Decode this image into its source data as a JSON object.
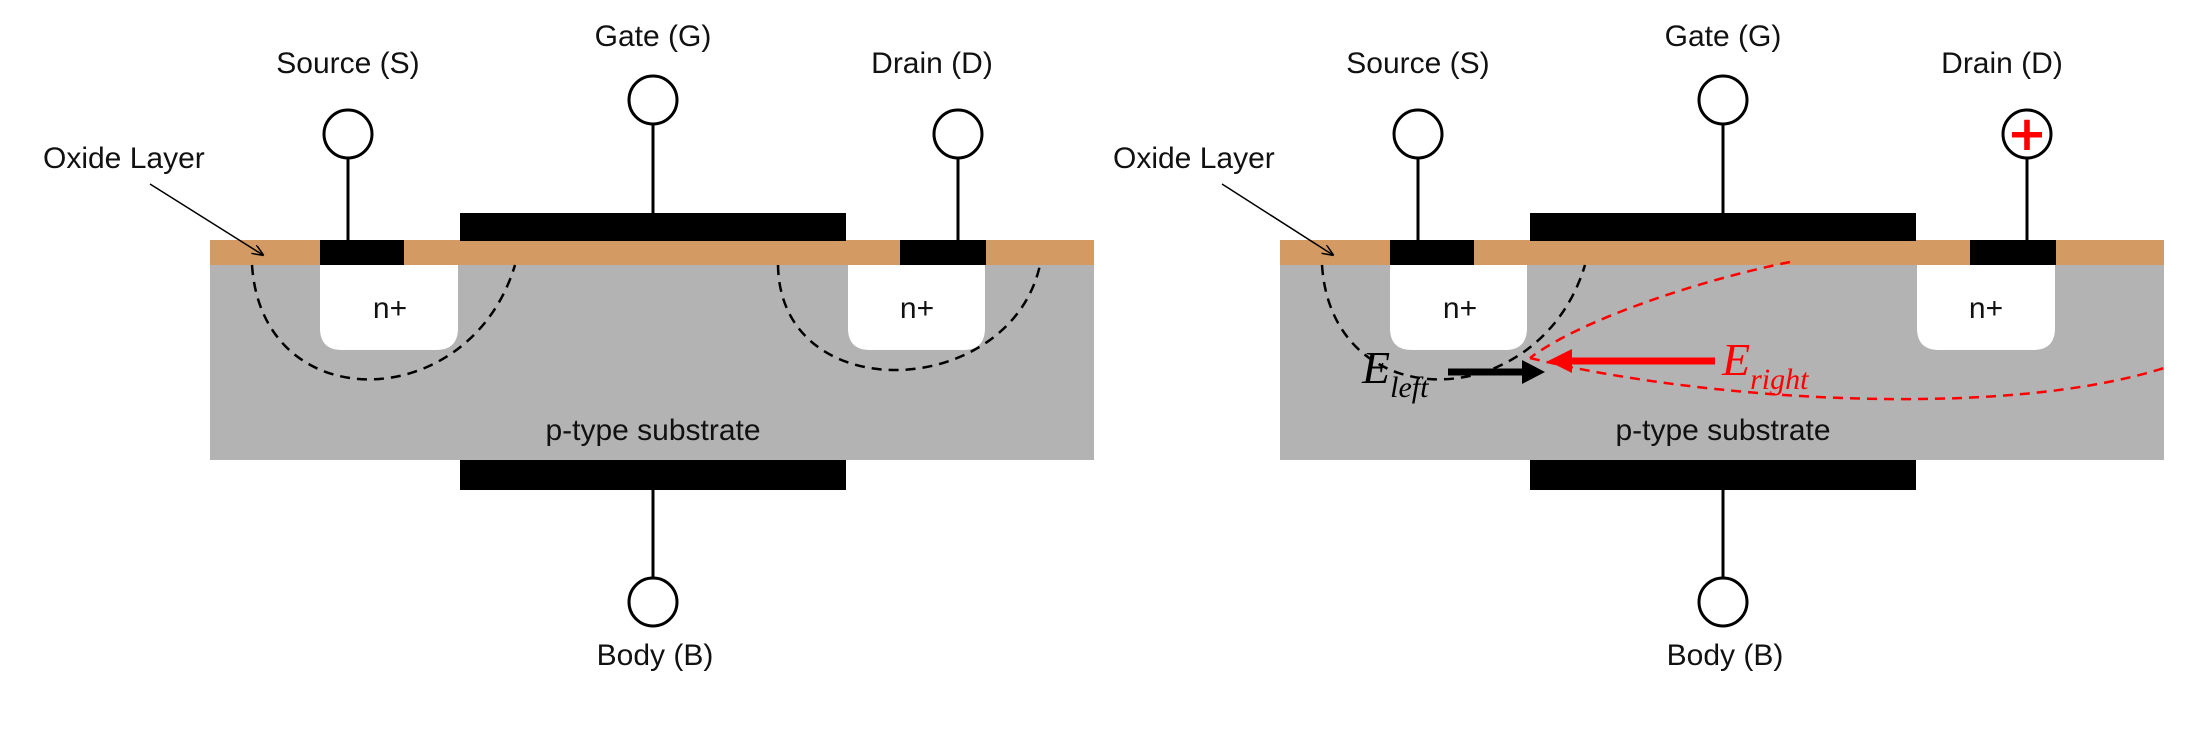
{
  "colors": {
    "oxide": "#d39a64",
    "substrate": "#b3b3b3",
    "metal": "#000000",
    "field_left": "#000000",
    "field_right": "#ff0000"
  },
  "panels": [
    {
      "gate_label": "Gate (G)",
      "source_label": "Source (S)",
      "drain_label": "Drain (D)",
      "oxide_label": "Oxide Layer",
      "n_source_label": "n+",
      "n_drain_label": "n+",
      "substrate_label": "p-type substrate",
      "body_label": "Body (B)"
    },
    {
      "gate_label": "Gate (G)",
      "source_label": "Source (S)",
      "drain_label": "Drain (D)",
      "drain_symbol": "+",
      "oxide_label": "Oxide Layer",
      "n_source_label": "n+",
      "n_drain_label": "n+",
      "substrate_label": "p-type substrate",
      "body_label": "Body (B)",
      "e_left": {
        "symbol": "E",
        "subscript": "left"
      },
      "e_right": {
        "symbol": "E",
        "subscript": "right"
      }
    }
  ]
}
